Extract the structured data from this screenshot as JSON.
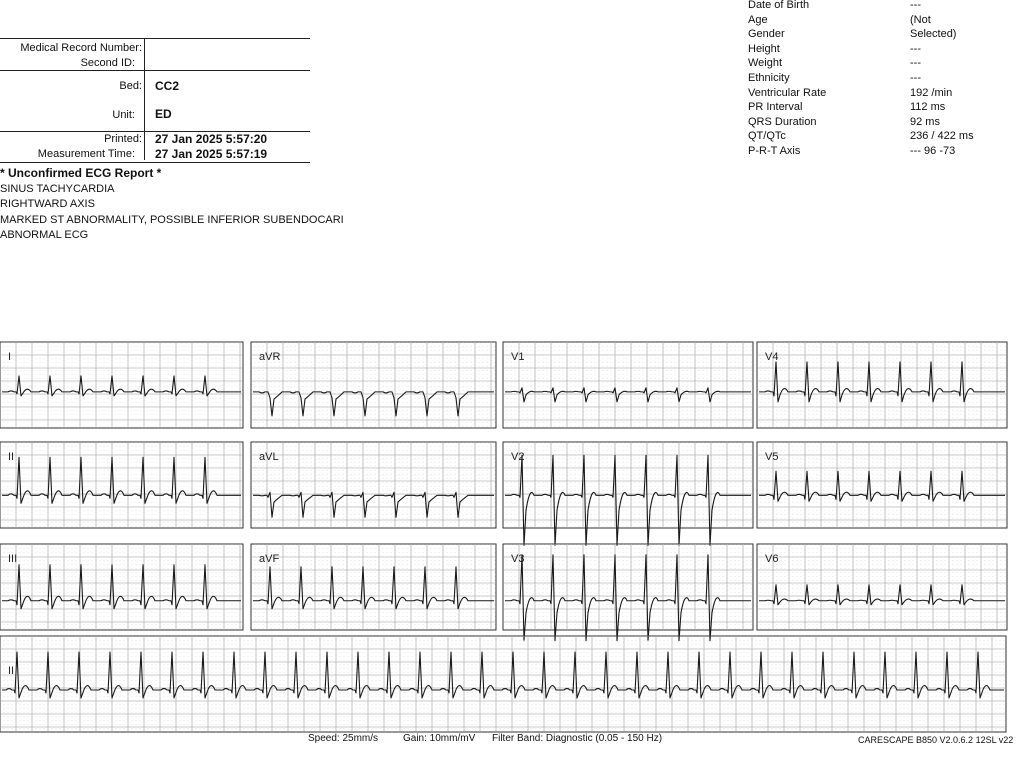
{
  "patient": {
    "rows": [
      {
        "label": "Medical Record Number:",
        "value": ""
      },
      {
        "label": "Second ID:",
        "value": ""
      },
      {
        "label": "Bed:",
        "value": "CC2"
      },
      {
        "label": "Unit:",
        "value": "ED"
      },
      {
        "label": "Printed:",
        "value": "27 Jan 2025 5:57:20"
      },
      {
        "label": "Measurement Time:",
        "value": "27 Jan 2025 5:57:19"
      }
    ]
  },
  "report": {
    "title": "* Unconfirmed ECG Report *",
    "lines": [
      "SINUS TACHYCARDIA",
      "RIGHTWARD AXIS",
      "MARKED ST ABNORMALITY, POSSIBLE INFERIOR SUBENDOCARI",
      "ABNORMAL ECG"
    ]
  },
  "demographics": [
    {
      "label": "Date of Birth",
      "value": "---"
    },
    {
      "label": "Age",
      "value": "(Not"
    },
    {
      "label": "Gender",
      "value": "Selected)"
    },
    {
      "label": "Height",
      "value": "---"
    },
    {
      "label": "Weight",
      "value": "---"
    },
    {
      "label": "Ethnicity",
      "value": "---"
    },
    {
      "label": "Ventricular Rate",
      "value": "192 /min"
    },
    {
      "label": "PR Interval",
      "value": "112 ms"
    },
    {
      "label": "QRS Duration",
      "value": "92 ms"
    },
    {
      "label": "QT/QTc",
      "value": "236 / 422 ms"
    },
    {
      "label": "P-R-T Axis",
      "value": "---  96  -73"
    }
  ],
  "ecg": {
    "leads": [
      [
        "I",
        "aVR",
        "V1",
        "V4"
      ],
      [
        "II",
        "aVL",
        "V2",
        "V5"
      ],
      [
        "III",
        "aVF",
        "V3",
        "V6"
      ]
    ],
    "rhythm_lead": "II",
    "grid_color": "#9a9a9a",
    "trace_color": "#1a1a1a"
  },
  "footer": {
    "speed": "Speed: 25mm/s",
    "gain": "Gain: 10mm/mV",
    "filter": "Filter Band: Diagnostic (0.05 - 150 Hz)",
    "device": "CARESCAPE B850 V2.0.6.2 12SL v22"
  }
}
